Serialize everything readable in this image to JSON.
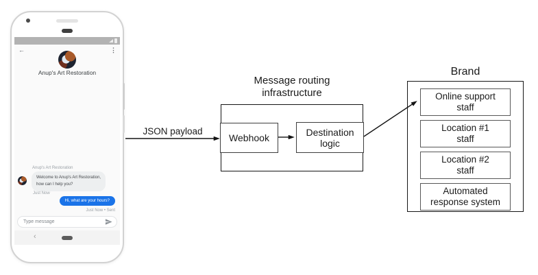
{
  "phone": {
    "status_bar": {
      "icons": [
        "signal-icon",
        "battery-icon"
      ]
    },
    "header": {
      "back_icon": "←",
      "menu_icon": "⋮",
      "title": "Anup's Art Restoration"
    },
    "conversation": {
      "sender_label": "Anup's Art Restoration",
      "incoming_message": {
        "text": "Welcome to Anup's Art Restoration,\nhow can I help you?",
        "timestamp": "Just Now"
      },
      "outgoing_message": {
        "text": "Hi, what are your hours?",
        "status": "Just Now • Sent"
      }
    },
    "composer": {
      "placeholder": "Type message",
      "send_icon": "send-icon"
    },
    "nav": {
      "back_icon": "‹",
      "home_icon": "home-pill"
    }
  },
  "diagram": {
    "payload_arrow_label": "JSON payload",
    "routing_container": {
      "title": "Message routing\ninfrastructure",
      "webhook_label": "Webhook",
      "destination_label": "Destination\nlogic"
    },
    "brand_container": {
      "title": "Brand",
      "items": [
        "Online support\nstaff",
        "Location #1\nstaff",
        "Location #2\nstaff",
        "Automated\nresponse system"
      ]
    }
  },
  "colors": {
    "outgoing_bubble": "#1a73e8",
    "incoming_bubble": "#edeff0",
    "status_bar": "#b2b2b2",
    "phone_frame": "#d2d2d2",
    "diagram_line": "#1a1a1a"
  }
}
